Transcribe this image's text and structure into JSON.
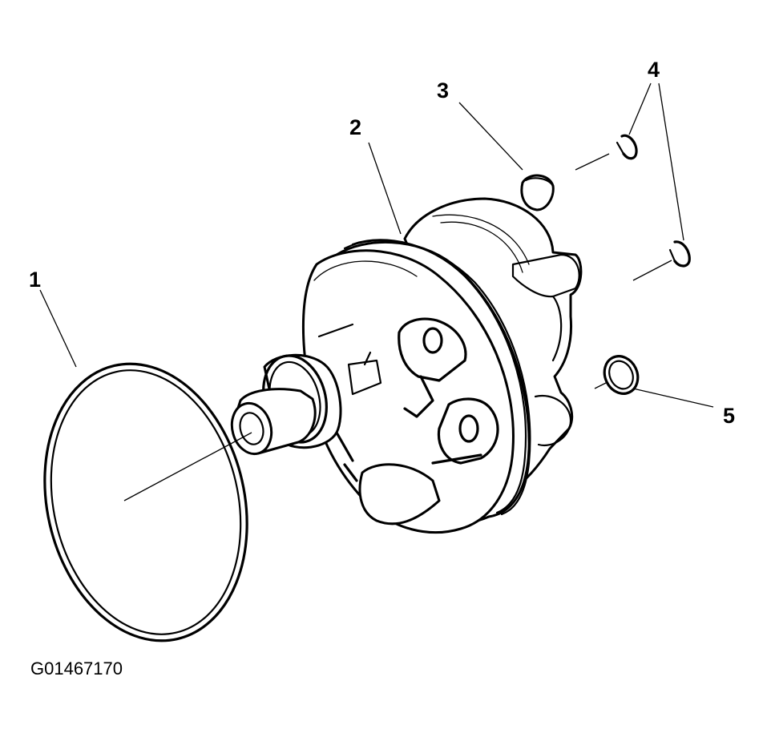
{
  "diagram": {
    "callouts": [
      {
        "id": "1",
        "label": "1"
      },
      {
        "id": "2",
        "label": "2"
      },
      {
        "id": "3",
        "label": "3"
      },
      {
        "id": "4",
        "label": "4"
      },
      {
        "id": "5",
        "label": "5"
      }
    ],
    "figure_id": "G01467170",
    "colors": {
      "line": "#000000",
      "background": "#ffffff"
    }
  }
}
